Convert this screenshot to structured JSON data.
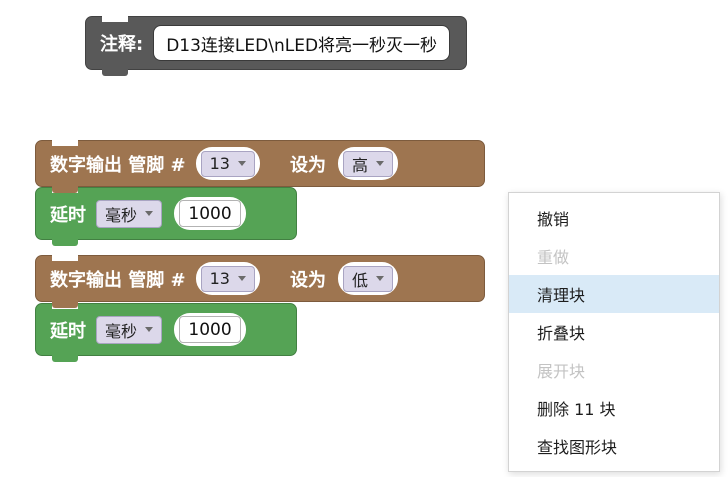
{
  "comment_block": {
    "label": "注释:",
    "text": "D13连接LED\\nLED将亮一秒灭一秒"
  },
  "blocks": [
    {
      "kind": "digital_write",
      "label_prefix": "数字输出 管脚 #",
      "pin": "13",
      "label_set": "设为",
      "value": "高"
    },
    {
      "kind": "delay",
      "label": "延时",
      "unit": "毫秒",
      "value": "1000"
    },
    {
      "kind": "digital_write",
      "label_prefix": "数字输出 管脚 #",
      "pin": "13",
      "label_set": "设为",
      "value": "低"
    },
    {
      "kind": "delay",
      "label": "延时",
      "unit": "毫秒",
      "value": "1000"
    }
  ],
  "context_menu": {
    "items": [
      {
        "label": "撤销",
        "state": "enabled"
      },
      {
        "label": "重做",
        "state": "disabled"
      },
      {
        "label": "清理块",
        "state": "highlighted"
      },
      {
        "label": "折叠块",
        "state": "enabled"
      },
      {
        "label": "展开块",
        "state": "disabled"
      },
      {
        "label": "删除 11 块",
        "state": "enabled"
      },
      {
        "label": "查找图形块",
        "state": "enabled"
      }
    ]
  },
  "colors": {
    "digital_block": "#9e7550",
    "delay_block": "#55a355",
    "comment_block": "#595959",
    "dropdown_field": "#dcd8ea",
    "menu_highlight": "#d9eaf7"
  }
}
